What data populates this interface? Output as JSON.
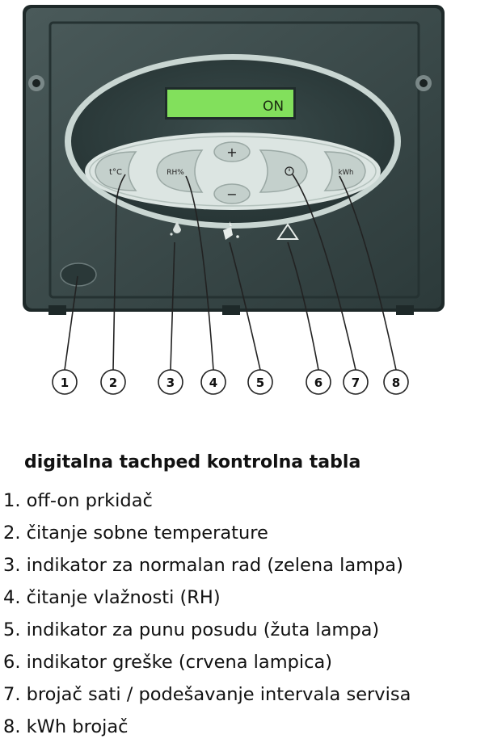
{
  "display": {
    "text": "ON"
  },
  "panel": {
    "plus_symbol": "+",
    "minus_symbol": "−",
    "temp_label": "t°C",
    "rh_label": "RH%",
    "kwh_label": "kWh"
  },
  "callouts": [
    "1",
    "2",
    "3",
    "4",
    "5",
    "6",
    "7",
    "8"
  ],
  "caption": {
    "title": "digitalna tachped kontrolna tabla",
    "items": [
      "1. off-on prkidač",
      "2. čitanje sobne temperature",
      "3. indikator za normalan rad (zelena lampa)",
      "4. čitanje vlažnosti (RH)",
      "5. indikator za punu posudu (žuta lampa)",
      "6. indikator greške (crvena lampica)",
      "7. brojač sati / podešavanje intervala servisa",
      "8. kWh brojač"
    ]
  },
  "colors": {
    "housing": "#3a4a4a",
    "display_bg": "#7ee05a",
    "oval_light": "#d9e3e0",
    "oval_dark": "#2f3e3e"
  }
}
